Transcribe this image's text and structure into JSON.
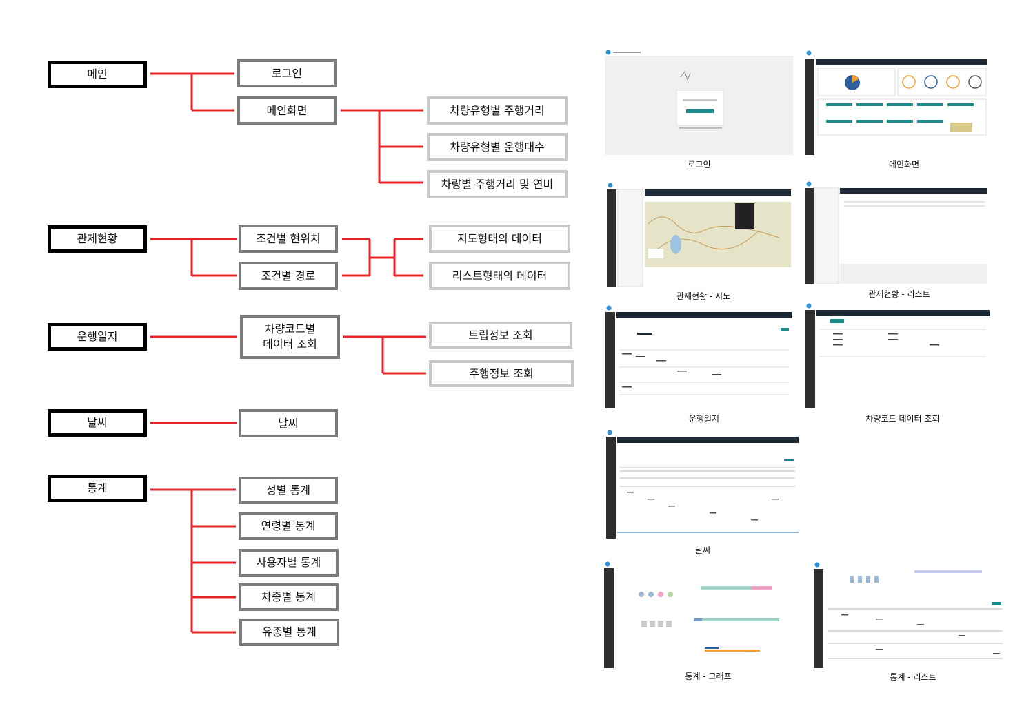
{
  "tree": {
    "roots": [
      {
        "label": "메인",
        "children": [
          {
            "label": "로그인",
            "children": []
          },
          {
            "label": "메인화면",
            "children": [
              {
                "label": "차량유형별 주행거리"
              },
              {
                "label": "차량유형별 운행대수"
              },
              {
                "label": "차량별 주행거리 및 연비"
              }
            ]
          }
        ]
      },
      {
        "label": "관제현황",
        "children": [
          {
            "label": "조건별 현위치"
          },
          {
            "label": "조건별 경로"
          }
        ],
        "leaves": [
          {
            "label": "지도형태의 데이터"
          },
          {
            "label": "리스트형태의 데이터"
          }
        ]
      },
      {
        "label": "운행일지",
        "children": [
          {
            "label": "차량코드별\n데이터 조회",
            "children": [
              {
                "label": "트립정보 조회"
              },
              {
                "label": "주행정보 조회"
              }
            ]
          }
        ]
      },
      {
        "label": "날씨",
        "children": [
          {
            "label": "날씨"
          }
        ]
      },
      {
        "label": "통계",
        "children": [
          {
            "label": "성별 통계"
          },
          {
            "label": "연령별 통계"
          },
          {
            "label": "사용자별 통계"
          },
          {
            "label": "차종별 통계"
          },
          {
            "label": "유종별 통계"
          }
        ]
      }
    ]
  },
  "screenshots": [
    {
      "caption": "로그인",
      "icon": "login-screen-thumbnail"
    },
    {
      "caption": "메인화면",
      "icon": "dashboard-screen-thumbnail"
    },
    {
      "caption": "관제현황 - 지도",
      "icon": "map-screen-thumbnail"
    },
    {
      "caption": "관제현황 - 리스트",
      "icon": "list-screen-thumbnail"
    },
    {
      "caption": "운행일지",
      "icon": "table-screen-thumbnail"
    },
    {
      "caption": "차량코드 데이터 조회",
      "icon": "table-screen-thumbnail"
    },
    {
      "caption": "날씨",
      "icon": "table-screen-thumbnail"
    },
    {
      "caption": "통계 - 그래프",
      "icon": "chart-screen-thumbnail"
    },
    {
      "caption": "통계 - 리스트",
      "icon": "list-screen-thumbnail"
    }
  ],
  "colors": {
    "connector": "#e8242a",
    "root_border": "#000000",
    "mid_border": "#7b7b7b",
    "leaf_border": "#c8c8c8",
    "sidebar": "#2e2e2e",
    "header": "#1f2a38",
    "accent": "#1a8c8c"
  }
}
